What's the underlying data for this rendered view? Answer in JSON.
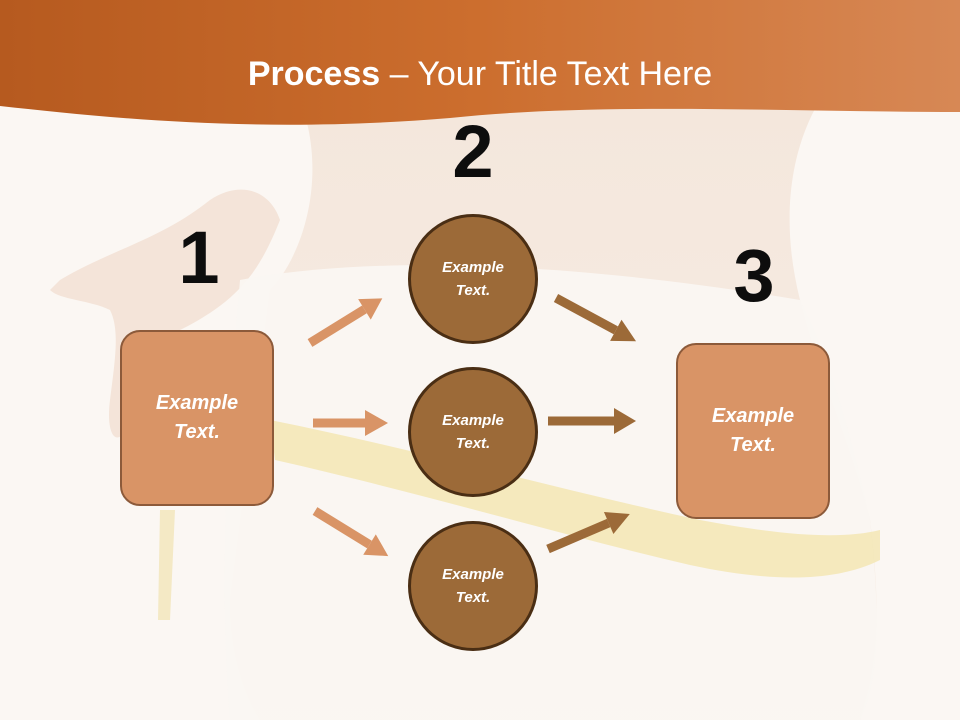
{
  "title": {
    "bold": "Process",
    "rest": " – Your Title Text Here"
  },
  "steps": [
    {
      "number": "1",
      "text": "Example Text."
    },
    {
      "number": "2",
      "items": [
        "Example Text.",
        "Example Text.",
        "Example Text."
      ]
    },
    {
      "number": "3",
      "text": "Example Text."
    }
  ],
  "colors": {
    "banner": "#c86a2a",
    "box_fill": "#d99466",
    "circle_fill": "#9c6a38",
    "arrow_light": "#d99466",
    "arrow_dark": "#9c6a38"
  }
}
